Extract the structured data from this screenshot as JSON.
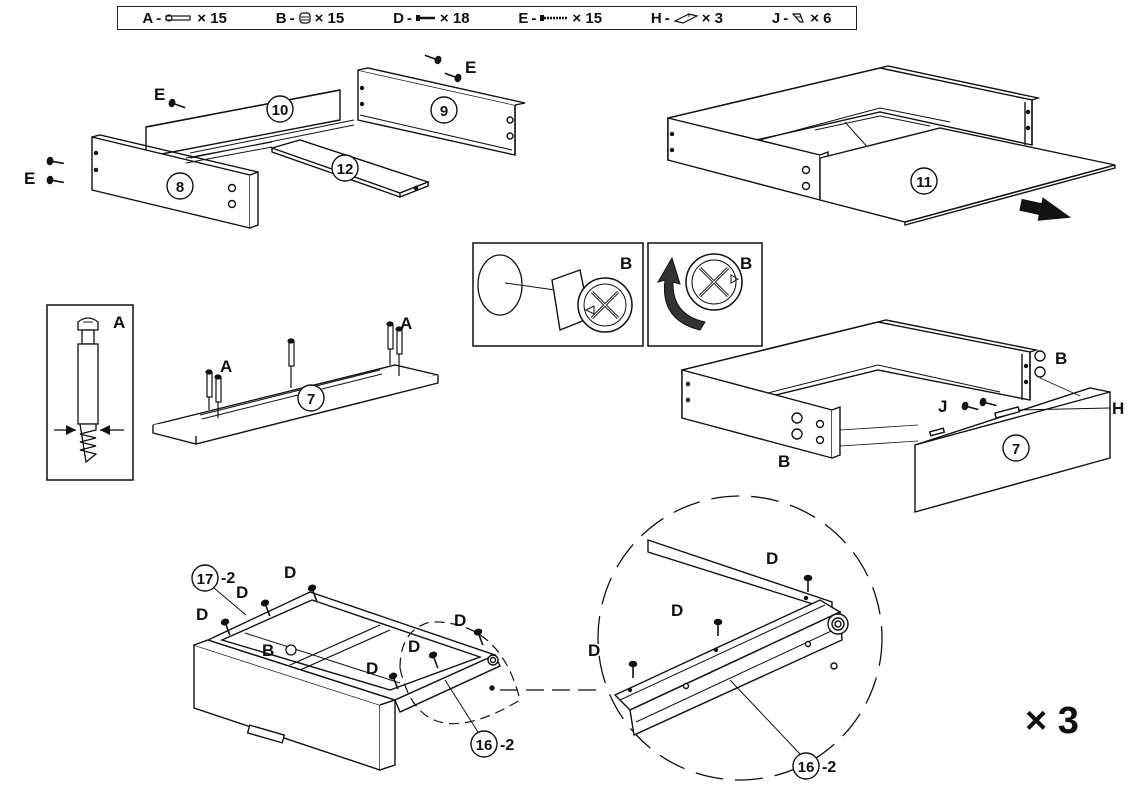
{
  "parts_legend": [
    {
      "letter": "A",
      "sep": " -",
      "qty": "× 15",
      "icon": "cam-bolt-icon"
    },
    {
      "letter": "B",
      "sep": " -",
      "qty": "× 15",
      "icon": "cam-lock-icon"
    },
    {
      "letter": "D",
      "sep": " -",
      "qty": "× 18",
      "icon": "short-screw-icon"
    },
    {
      "letter": "E",
      "sep": " -",
      "qty": "× 15",
      "icon": "long-screw-icon"
    },
    {
      "letter": "H",
      "sep": " -",
      "qty": "× 3",
      "icon": "handle-icon"
    },
    {
      "letter": "J",
      "sep": " -",
      "qty": "× 6",
      "icon": "small-screw-icon"
    }
  ],
  "parts": {
    "p7": "7",
    "p8": "8",
    "p9": "9",
    "p10": "10",
    "p11": "11",
    "p12": "12"
  },
  "step1_labels": {
    "e_top": "E",
    "e_left_top": "E",
    "e_left_bottom": "E"
  },
  "bolt_detail": {
    "letter": "A"
  },
  "board7": {
    "a_left": "A",
    "a_right": "A"
  },
  "camlock_detail": {
    "b_left": "B",
    "b_right": "B"
  },
  "front_step": {
    "b_top": "B",
    "b_bottom": "B",
    "j": "J",
    "h": "H"
  },
  "drawer_assembly": {
    "d_labels": [
      "D",
      "D",
      "D",
      "D",
      "D",
      "D"
    ],
    "b": "B",
    "part17": "17",
    "part17_suffix": "-2",
    "part16": "16",
    "part16_suffix": "-2"
  },
  "zoom_detail": {
    "d_labels": [
      "D",
      "D",
      "D"
    ],
    "part16": "16",
    "part16_suffix": "-2"
  },
  "multiplier": "× 3"
}
